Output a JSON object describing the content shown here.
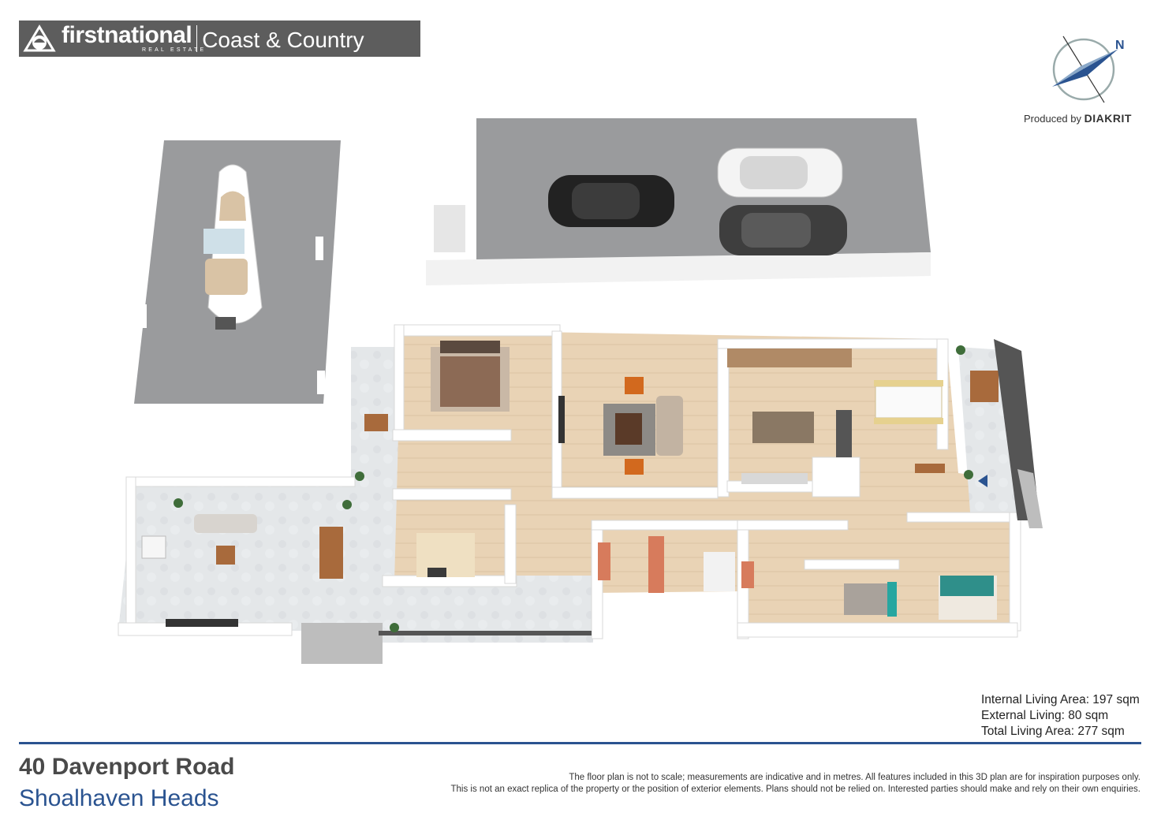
{
  "header": {
    "brand": "firstnational",
    "brand_sub": "REAL ESTATE",
    "region": "Coast & Country"
  },
  "compass": {
    "label": "N"
  },
  "producer": {
    "prefix": "Produced by",
    "name": "DIAKRIT"
  },
  "areas": {
    "internal": "Internal Living Area: 197 sqm",
    "external": "External Living: 80 sqm",
    "total": "Total Living Area: 277 sqm"
  },
  "address": {
    "street": "40 Davenport Road",
    "suburb": "Shoalhaven Heads"
  },
  "disclaimer": {
    "line1": "The floor plan is not to scale; measurements are indicative and in metres. All features included in this 3D plan are for inspiration purposes only.",
    "line2": "This is not an exact replica of the property or the position of exterior elements. Plans should not be relied on. Interested parties should make and rely on their own enquiries."
  },
  "colors": {
    "header_bg": "#5d5d5d",
    "accent_blue": "#2a5390",
    "floor_wood": "#e9d3b5",
    "floor_tile": "#e3e6e8",
    "garage_floor": "#9a9b9d",
    "wall": "#ffffff"
  }
}
